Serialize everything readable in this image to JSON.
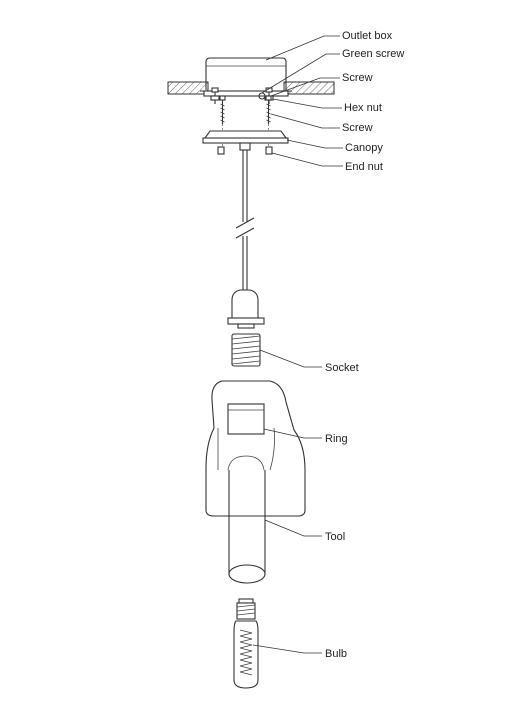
{
  "labels": {
    "outlet_box": "Outlet box",
    "green_screw": "Green screw",
    "screw_top": "Screw",
    "hex_nut": "Hex nut",
    "screw_lower": "Screw",
    "canopy": "Canopy",
    "end_nut": "End nut",
    "socket": "Socket",
    "ring": "Ring",
    "tool": "Tool",
    "bulb": "Bulb"
  }
}
